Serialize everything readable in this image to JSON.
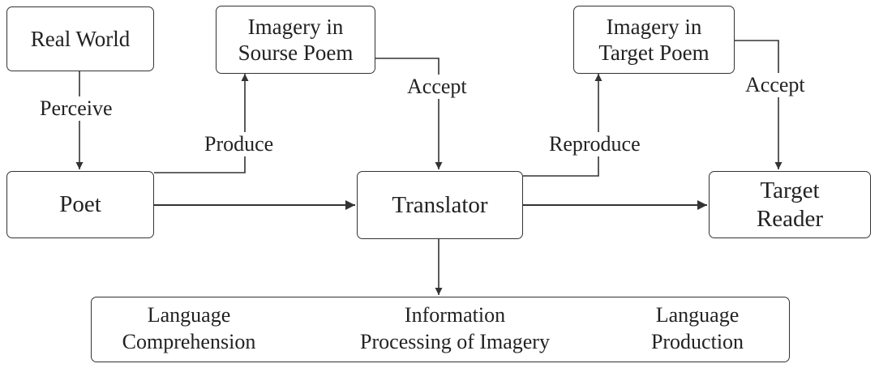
{
  "nodes": {
    "real_world": "Real World",
    "imagery_source": "Imagery in\nSourse Poem",
    "imagery_target": "Imagery in\nTarget Poem",
    "poet": "Poet",
    "translator": "Translator",
    "target_reader": "Target\nReader"
  },
  "edges": {
    "perceive": "Perceive",
    "produce": "Produce",
    "accept_source": "Accept",
    "reproduce": "Reproduce",
    "accept_target": "Accept"
  },
  "process": {
    "comprehension": "Language\nComprehension",
    "processing": "Information\nProcessing of Imagery",
    "production": "Language\nProduction"
  }
}
